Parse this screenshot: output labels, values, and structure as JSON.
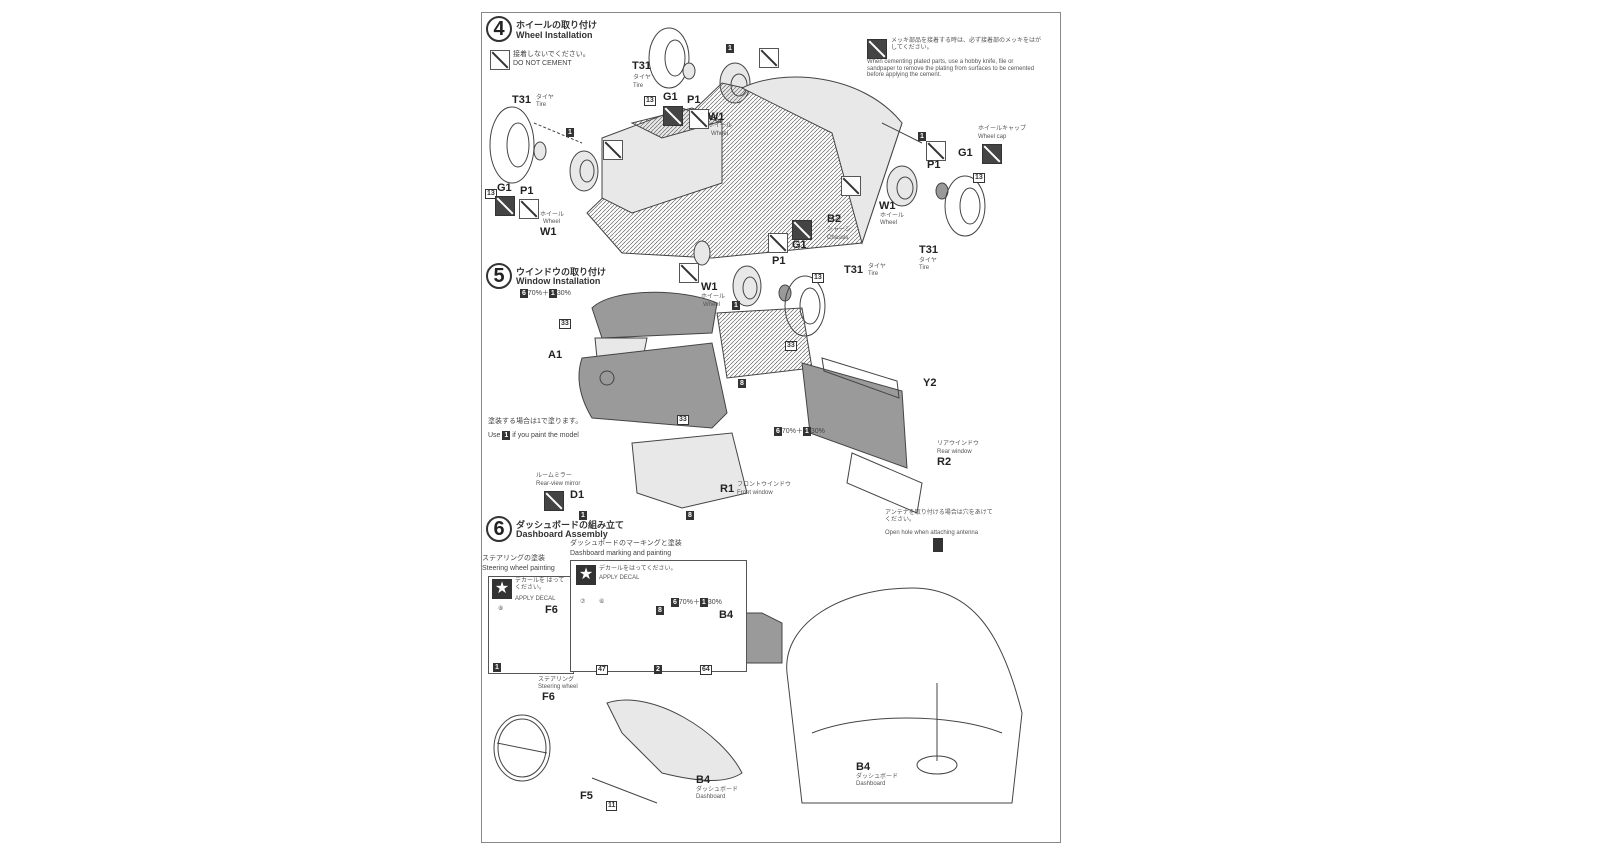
{
  "step4": {
    "number": "4",
    "title_jp": "ホイールの取り付け",
    "title_en": "Wheel Installation",
    "no_cement_jp": "接着しないでください。",
    "no_cement_en": "DO NOT CEMENT",
    "plated_note_jp": "メッキ部品を接着する時は、必ず接着部のメッキをはがしてください。",
    "plated_note_en": "When cementing plated parts, use a hobby knife, file or sandpaper to remove the plating from surfaces to be cemented before applying the cement.",
    "wheel_cap_jp": "ホイールキャップ",
    "wheel_cap_en": "Wheel cap",
    "parts": {
      "tire": "T31",
      "tire_jp": "タイヤ",
      "tire_en": "Tire",
      "wheel": "W1",
      "wheel_jp": "ホイール",
      "wheel_en": "Wheel",
      "cap": "G1",
      "pin": "P1",
      "chassis": "B2",
      "chassis_jp": "シャーシ",
      "chassis_en": "Chassis"
    },
    "paint_codes": {
      "c1": "1",
      "c13": "13"
    }
  },
  "step5": {
    "number": "5",
    "title_jp": "ウインドウの取り付け",
    "title_en": "Window Installation",
    "mix": "70%＋",
    "mix2": "30%",
    "mix_c6": "6",
    "mix_c1": "1",
    "code33": "33",
    "code8": "8",
    "body": "A1",
    "use_jp": "塗装する場合は1で塗ります。",
    "use_en_a": "Use",
    "use_en_b": "if you paint the model",
    "mirror_jp": "ルームミラー",
    "mirror_en": "Rear-view mirror",
    "mirror_part": "D1",
    "front_window": "R1",
    "front_window_jp": "フロントウインドウ",
    "front_window_en": "Front window",
    "tailgate": "Y2",
    "rear_window": "R2",
    "rear_window_jp": "リアウインドウ",
    "rear_window_en": "Rear window",
    "antenna_jp": "アンテナを取り付ける場合は穴をあけてください。",
    "antenna_en": "Open hole when attaching antenna"
  },
  "step6": {
    "number": "6",
    "title_jp": "ダッシュボードの組み立て",
    "title_en": "Dashboard Assembly",
    "steering_paint_jp": "ステアリングの塗装",
    "steering_paint_en": "Steering wheel painting",
    "decal_jp_short": "デカールを はってください。",
    "decal_jp": "デカールをはってください。",
    "decal_en": "APPLY DECAL",
    "dash_paint_jp": "ダッシュボードのマーキングと塗装",
    "dash_paint_en": "Dashboard marking and painting",
    "decal8": "⑧",
    "decal7": "⑦",
    "decal6": "⑥",
    "steering_part": "F6",
    "steering_jp": "ステアリング",
    "steering_en": "Steering wheel",
    "column_part": "F5",
    "dashboard_part": "B4",
    "dashboard_jp": "ダッシュボード",
    "dashboard_en": "Dashboard",
    "codes": {
      "c1": "1",
      "c2": "2",
      "c8": "8",
      "c11": "11",
      "c47": "47",
      "c64": "64",
      "c6": "6"
    }
  }
}
